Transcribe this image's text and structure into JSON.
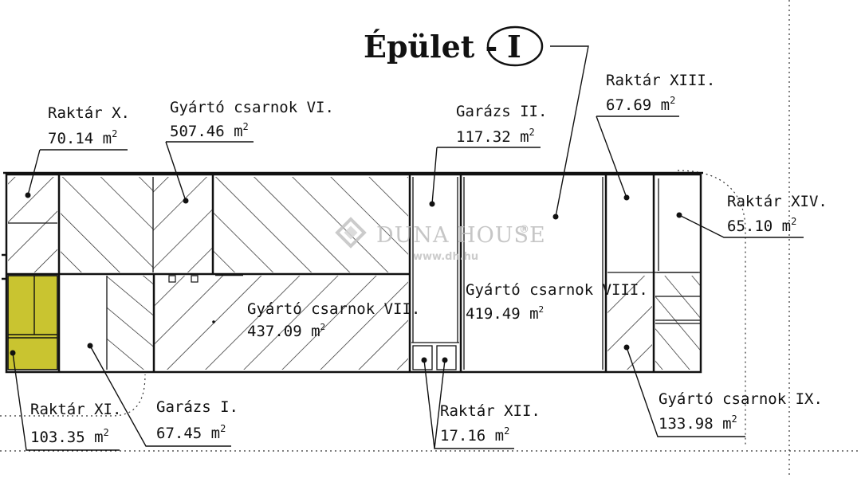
{
  "title": {
    "text": "Épület -",
    "circle_label": "I"
  },
  "watermark": {
    "brand": "DUNA HOUSE",
    "registered": "®",
    "url": "www.dh.hu"
  },
  "colors": {
    "highlight": "#c9c430",
    "hatch": "#222222",
    "watermark": "#bdbdbd"
  },
  "rooms": [
    {
      "key": "raktar-x",
      "name": "Raktár X.",
      "area": "70.14",
      "unit": "m",
      "sup": "2"
    },
    {
      "key": "gyarto-vi",
      "name": "Gyártó csarnok VI.",
      "area": "507.46",
      "unit": "m",
      "sup": "2"
    },
    {
      "key": "garazs-ii",
      "name": "Garázs II.",
      "area": "117.32",
      "unit": "m",
      "sup": "2"
    },
    {
      "key": "raktar-xiii",
      "name": "Raktár XIII.",
      "area": "67.69",
      "unit": "m",
      "sup": "2"
    },
    {
      "key": "raktar-xiv",
      "name": "Raktár XIV.",
      "area": "65.10",
      "unit": "m",
      "sup": "2"
    },
    {
      "key": "gyarto-vii",
      "name": "Gyártó csarnok VII.",
      "area": "437.09",
      "unit": "m",
      "sup": "2"
    },
    {
      "key": "gyarto-viii",
      "name": "Gyártó csarnok VIII.",
      "area": "419.49",
      "unit": "m",
      "sup": "2"
    },
    {
      "key": "raktar-xi",
      "name": "Raktár XI.",
      "area": "103.35",
      "unit": "m",
      "sup": "2"
    },
    {
      "key": "garazs-i",
      "name": "Garázs I.",
      "area": "67.45",
      "unit": "m",
      "sup": "2"
    },
    {
      "key": "raktar-xii",
      "name": "Raktár XII.",
      "area": "17.16",
      "unit": "m",
      "sup": "2"
    },
    {
      "key": "gyarto-ix",
      "name": "Gyártó csarnok IX.",
      "area": "133.98",
      "unit": "m",
      "sup": "2"
    }
  ]
}
